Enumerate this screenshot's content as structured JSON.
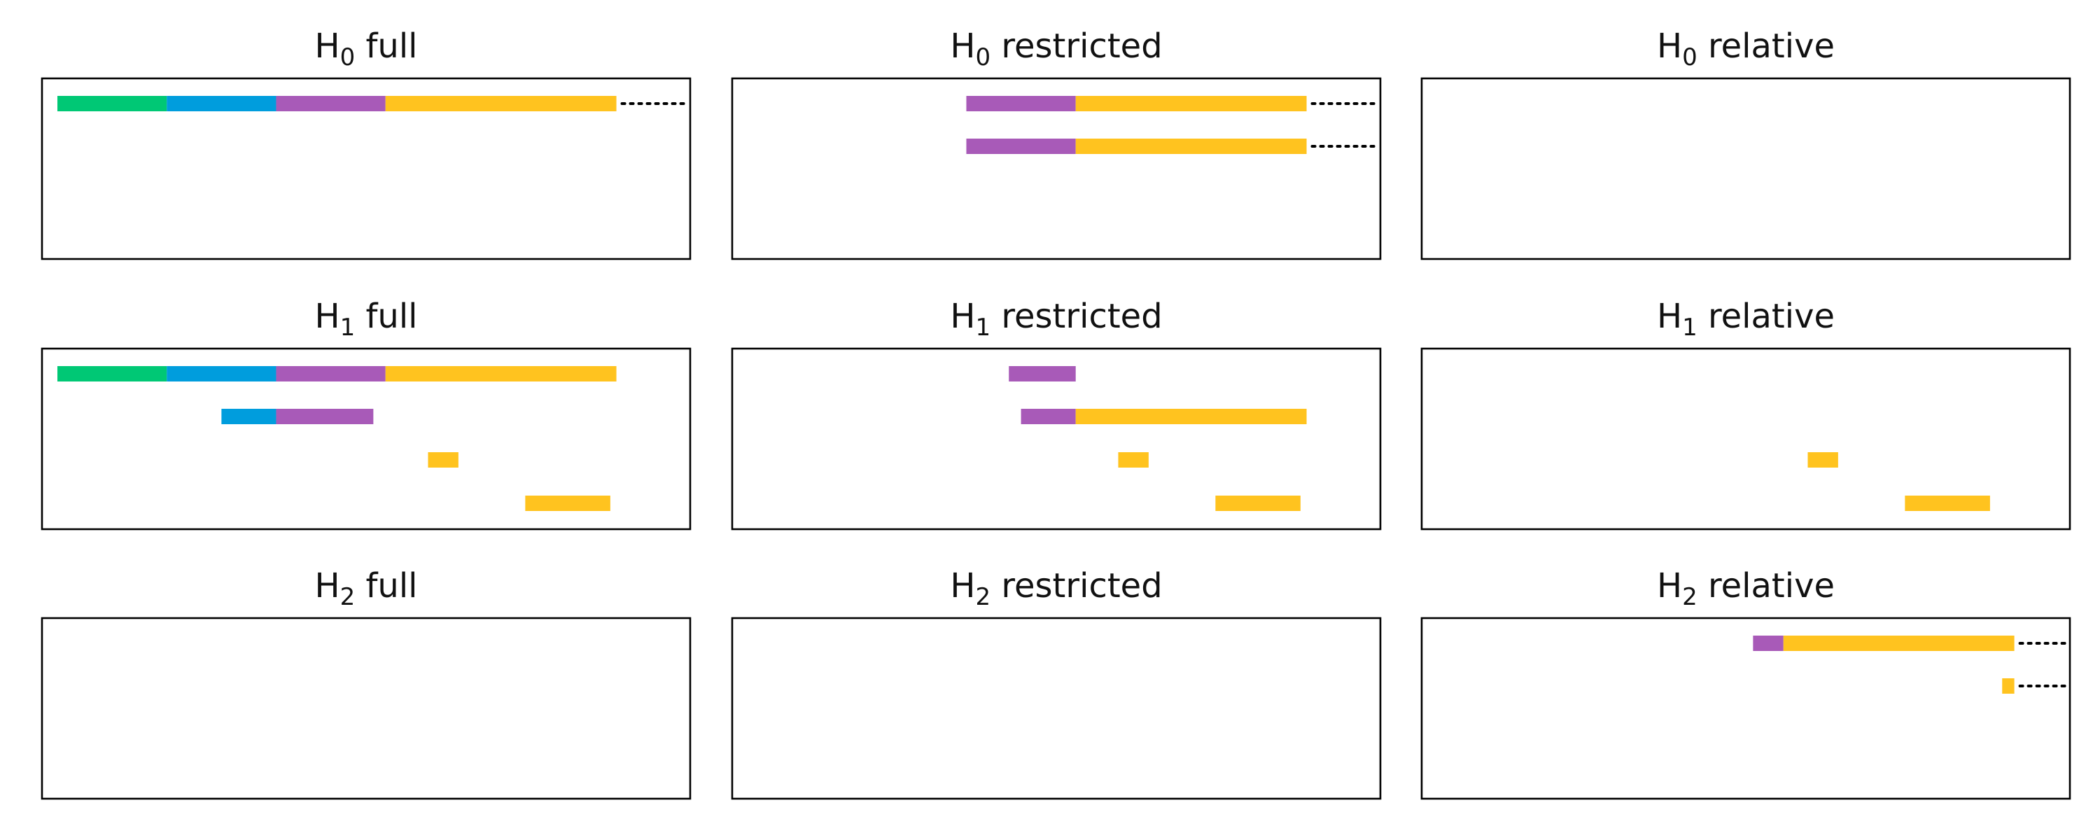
{
  "colors": {
    "green": "#00c875",
    "blue": "#009ddd",
    "purple": "#a85ab8",
    "yellow": "#ffc31f"
  },
  "chart_data": {
    "type": "barcode",
    "xlim": [
      0,
      10
    ],
    "rows": 4,
    "infinite_marker": "dotted line",
    "panels": [
      {
        "id": "h0-full",
        "title": {
          "main": "H",
          "sub": "0",
          "rest": " full"
        },
        "bars": [
          {
            "row": 0,
            "segments": [
              {
                "start": 0.0,
                "end": 1.8,
                "color": "green"
              },
              {
                "start": 1.8,
                "end": 3.6,
                "color": "blue"
              },
              {
                "start": 3.6,
                "end": 5.4,
                "color": "purple"
              },
              {
                "start": 5.4,
                "end": 9.2,
                "color": "yellow"
              }
            ],
            "infinite": true
          }
        ]
      },
      {
        "id": "h0-restricted",
        "title": {
          "main": "H",
          "sub": "0",
          "rest": " restricted"
        },
        "bars": [
          {
            "row": 0,
            "segments": [
              {
                "start": 3.6,
                "end": 5.4,
                "color": "purple"
              },
              {
                "start": 5.4,
                "end": 9.2,
                "color": "yellow"
              }
            ],
            "infinite": true
          },
          {
            "row": 1,
            "segments": [
              {
                "start": 3.6,
                "end": 5.4,
                "color": "purple"
              },
              {
                "start": 5.4,
                "end": 9.2,
                "color": "yellow"
              }
            ],
            "infinite": true
          }
        ]
      },
      {
        "id": "h0-relative",
        "title": {
          "main": "H",
          "sub": "0",
          "rest": " relative"
        },
        "bars": []
      },
      {
        "id": "h1-full",
        "title": {
          "main": "H",
          "sub": "1",
          "rest": " full"
        },
        "bars": [
          {
            "row": 0,
            "segments": [
              {
                "start": 0.0,
                "end": 1.8,
                "color": "green"
              },
              {
                "start": 1.8,
                "end": 3.6,
                "color": "blue"
              },
              {
                "start": 3.6,
                "end": 5.4,
                "color": "purple"
              },
              {
                "start": 5.4,
                "end": 9.2,
                "color": "yellow"
              }
            ],
            "infinite": false
          },
          {
            "row": 1,
            "segments": [
              {
                "start": 2.7,
                "end": 3.6,
                "color": "blue"
              },
              {
                "start": 3.6,
                "end": 5.2,
                "color": "purple"
              }
            ],
            "infinite": false
          },
          {
            "row": 2,
            "segments": [
              {
                "start": 6.1,
                "end": 6.6,
                "color": "yellow"
              }
            ],
            "infinite": false
          },
          {
            "row": 3,
            "segments": [
              {
                "start": 7.7,
                "end": 9.1,
                "color": "yellow"
              }
            ],
            "infinite": false
          }
        ]
      },
      {
        "id": "h1-restricted",
        "title": {
          "main": "H",
          "sub": "1",
          "rest": " restricted"
        },
        "bars": [
          {
            "row": 0,
            "segments": [
              {
                "start": 4.3,
                "end": 5.4,
                "color": "purple"
              }
            ],
            "infinite": false
          },
          {
            "row": 1,
            "segments": [
              {
                "start": 4.5,
                "end": 5.4,
                "color": "purple"
              },
              {
                "start": 5.4,
                "end": 9.2,
                "color": "yellow"
              }
            ],
            "infinite": false
          },
          {
            "row": 2,
            "segments": [
              {
                "start": 6.1,
                "end": 6.6,
                "color": "yellow"
              }
            ],
            "infinite": false
          },
          {
            "row": 3,
            "segments": [
              {
                "start": 7.7,
                "end": 9.1,
                "color": "yellow"
              }
            ],
            "infinite": false
          }
        ]
      },
      {
        "id": "h1-relative",
        "title": {
          "main": "H",
          "sub": "1",
          "rest": " relative"
        },
        "bars": [
          {
            "row": 2,
            "segments": [
              {
                "start": 6.1,
                "end": 6.6,
                "color": "yellow"
              }
            ],
            "infinite": false
          },
          {
            "row": 3,
            "segments": [
              {
                "start": 7.7,
                "end": 9.1,
                "color": "yellow"
              }
            ],
            "infinite": false
          }
        ]
      },
      {
        "id": "h2-full",
        "title": {
          "main": "H",
          "sub": "2",
          "rest": " full"
        },
        "bars": []
      },
      {
        "id": "h2-restricted",
        "title": {
          "main": "H",
          "sub": "2",
          "rest": " restricted"
        },
        "bars": []
      },
      {
        "id": "h2-relative",
        "title": {
          "main": "H",
          "sub": "2",
          "rest": " relative"
        },
        "bars": [
          {
            "row": 0,
            "segments": [
              {
                "start": 5.2,
                "end": 5.7,
                "color": "purple"
              },
              {
                "start": 5.7,
                "end": 9.5,
                "color": "yellow"
              }
            ],
            "infinite": true
          },
          {
            "row": 1,
            "segments": [
              {
                "start": 9.3,
                "end": 9.5,
                "color": "yellow"
              }
            ],
            "infinite": true
          }
        ]
      }
    ]
  }
}
